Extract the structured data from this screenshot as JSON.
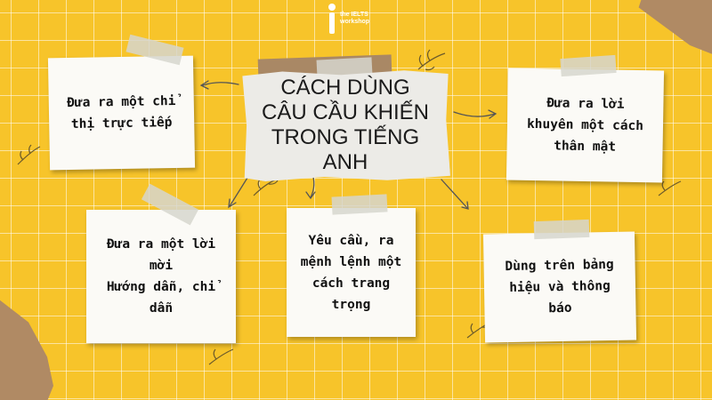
{
  "logo": {
    "line1": "the IELTS",
    "line2": "workshop"
  },
  "title": "CÁCH DÙNG CÂU CẦU KHIẾN TRONG TIẾNG ANH",
  "notes": {
    "top_left": "Đưa ra một chỉ thị trực tiếp",
    "top_right": "Đưa ra lời khuyên một cách thân mật",
    "bottom_left_1": "Đưa ra một lời mời",
    "bottom_left_2": "Hướng dẫn, chỉ dẫn",
    "bottom_center": "Yêu cầu, ra mệnh lệnh một cách trang trọng",
    "bottom_right": "Dùng trên bảng hiệu và thông báo"
  },
  "colors": {
    "background": "#f7c42a",
    "note": "#fbfaf6",
    "kraft": "#b08a64"
  }
}
